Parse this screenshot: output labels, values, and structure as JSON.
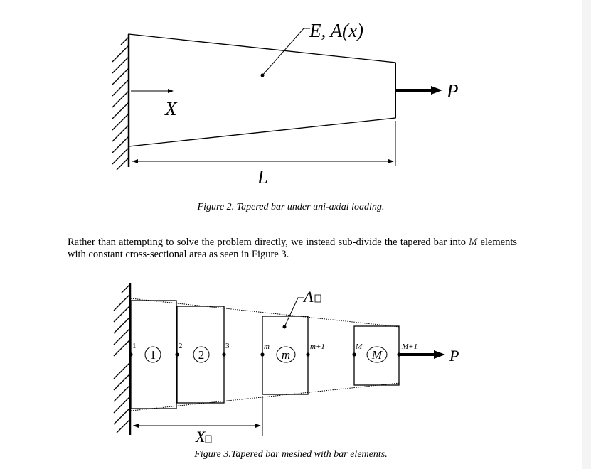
{
  "figure2": {
    "label_material": "E, A(x)",
    "label_load": "P",
    "label_axis": "X",
    "label_length": "L",
    "caption": "Figure 2. Tapered bar under uni-axial loading."
  },
  "paragraph": {
    "text_before": "Rather than attempting to solve the problem directly, we instead sub-divide the tapered bar into ",
    "M": "M",
    "text_after": " elements with constant cross-sectional area as seen in Figure 3."
  },
  "figure3": {
    "label_area": "A",
    "label_load": "P",
    "label_x": "X",
    "nodes": [
      "1",
      "2",
      "3",
      "m",
      "m+1",
      "M",
      "M+1"
    ],
    "elements": [
      "1",
      "2",
      "m",
      "M"
    ],
    "caption": "Figure 3.Tapered bar meshed with bar elements."
  }
}
